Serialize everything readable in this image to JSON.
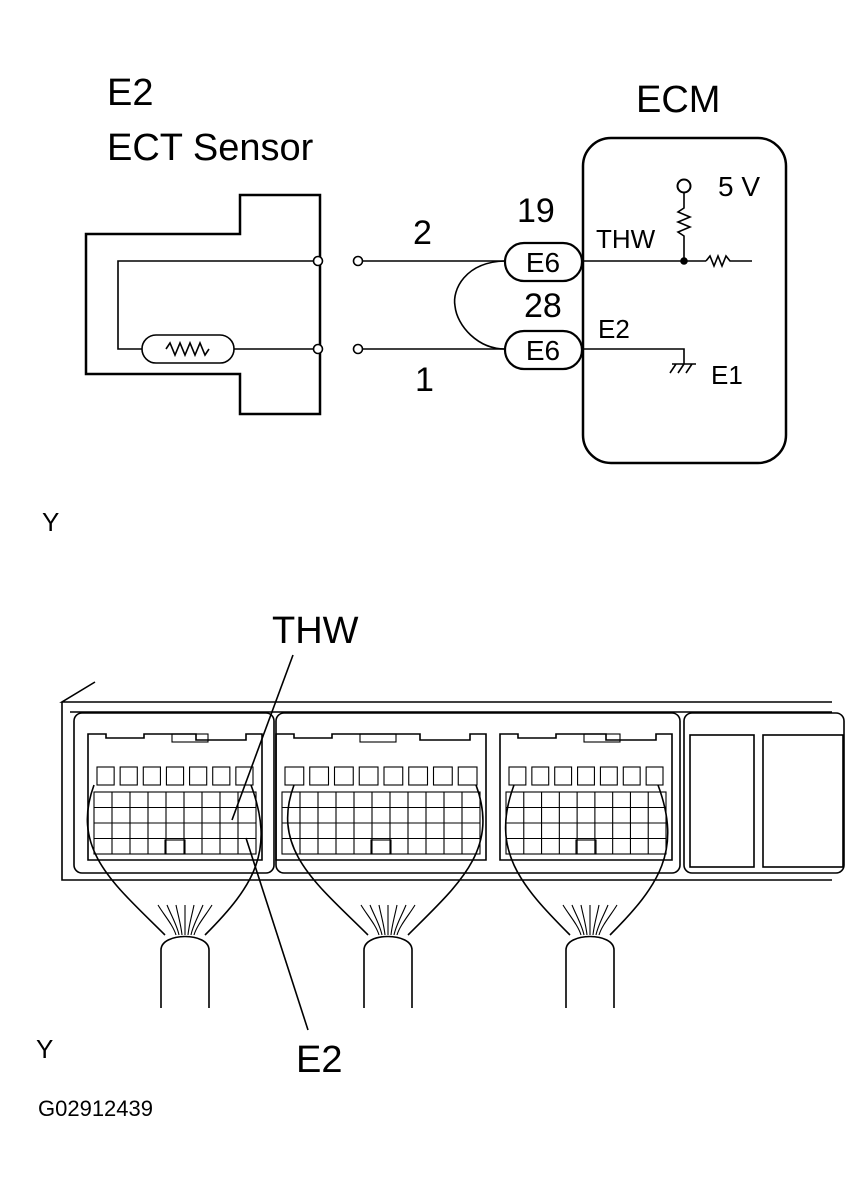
{
  "sensor": {
    "id": "E2",
    "name": "ECT Sensor"
  },
  "ecm": {
    "title": "ECM",
    "supply": "5 V",
    "signal_label": "THW",
    "return_label": "E2",
    "ground_label": "E1"
  },
  "pins": {
    "upper": "19",
    "lower": "28"
  },
  "wires": {
    "upper": "2",
    "lower": "1"
  },
  "connectors": {
    "upper": "E6",
    "lower": "E6"
  },
  "wire_color_top": "Y",
  "wire_color_bottom": "Y",
  "callouts": {
    "thw": "THW",
    "e2": "E2"
  },
  "figure_code": "G02912439"
}
